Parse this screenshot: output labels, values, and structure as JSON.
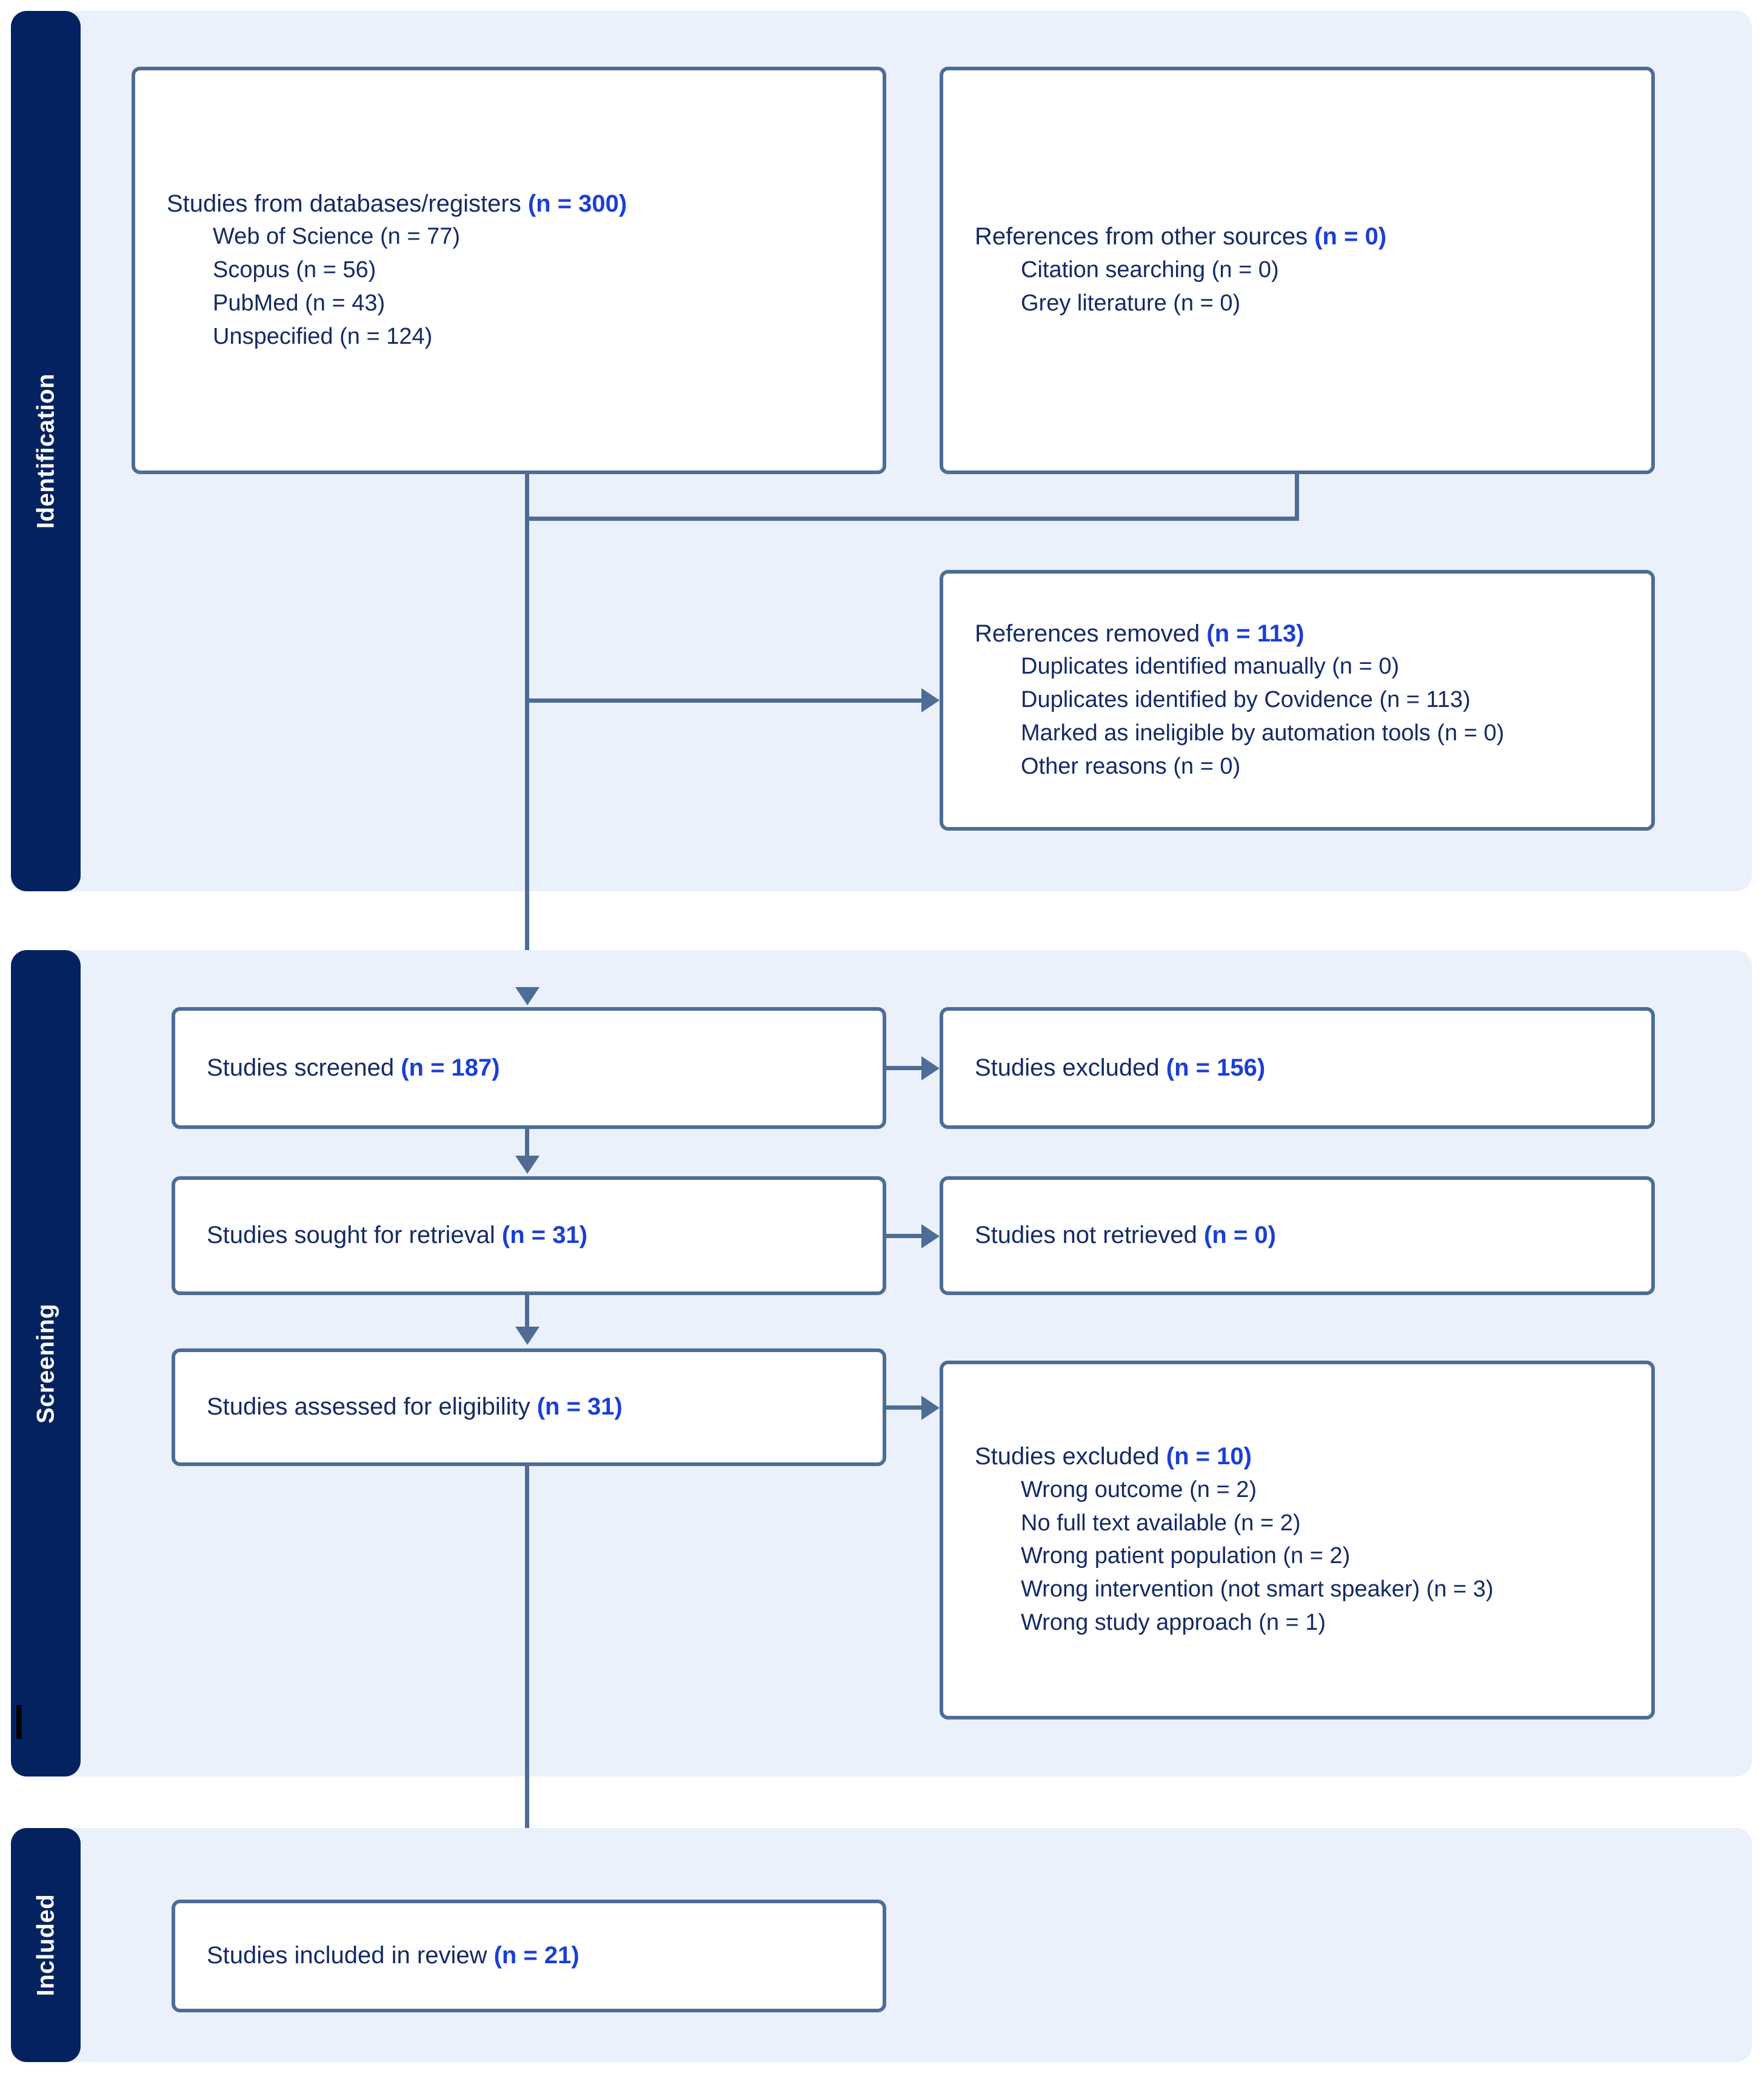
{
  "diagram": {
    "type": "PRISMA flow diagram",
    "colors": {
      "band_background": "#eaf1fb",
      "sidebar_background": "#042260",
      "box_border": "#4d6c96",
      "text": "#152a66",
      "count_accent": "#1a3fd6",
      "connector": "#4d6c96"
    }
  },
  "stages": [
    {
      "key": "identification",
      "label": "Identification"
    },
    {
      "key": "screening",
      "label": "Screening"
    },
    {
      "key": "included",
      "label": "Included"
    }
  ],
  "boxes": {
    "databases": {
      "title_text": "Studies from databases/registers ",
      "title_count": "(n = 300)",
      "items": [
        "Web of Science (n = 77)",
        "Scopus (n = 56)",
        "PubMed (n = 43)",
        "Unspecified (n = 124)"
      ]
    },
    "other_sources": {
      "title_text": "References from other sources ",
      "title_count": "(n = 0)",
      "items": [
        "Citation searching (n = 0)",
        "Grey literature (n = 0)"
      ]
    },
    "references_removed": {
      "title_text": "References removed ",
      "title_count": "(n = 113)",
      "items": [
        "Duplicates identified manually (n = 0)",
        "Duplicates identified by Covidence (n = 113)",
        "Marked as ineligible by automation tools (n = 0)",
        "Other reasons (n = 0)"
      ]
    },
    "screened": {
      "title_text": "Studies screened ",
      "title_count": "(n = 187)",
      "items": []
    },
    "screened_excluded": {
      "title_text": "Studies excluded ",
      "title_count": "(n = 156)",
      "items": []
    },
    "sought_retrieval": {
      "title_text": "Studies sought for retrieval ",
      "title_count": "(n = 31)",
      "items": []
    },
    "not_retrieved": {
      "title_text": "Studies not retrieved ",
      "title_count": "(n = 0)",
      "items": []
    },
    "assessed_eligibility": {
      "title_text": "Studies assessed for eligibility ",
      "title_count": "(n = 31)",
      "items": []
    },
    "eligibility_excluded": {
      "title_text": "Studies excluded ",
      "title_count": "(n = 10)",
      "items": [
        "Wrong outcome (n = 2)",
        "No full text available (n = 2)",
        "Wrong patient population (n = 2)",
        "Wrong intervention (not smart speaker) (n = 3)",
        "Wrong study approach (n = 1)"
      ]
    },
    "included_review": {
      "title_text": "Studies included in review ",
      "title_count": "(n = 21)",
      "items": []
    }
  },
  "chart_data": {
    "type": "table",
    "title": "PRISMA 2020 flow diagram",
    "flow": [
      {
        "stage": "Identification",
        "node": "Studies from databases/registers",
        "n": 300,
        "breakdown": {
          "Web of Science": 77,
          "Scopus": 56,
          "PubMed": 43,
          "Unspecified": 124
        }
      },
      {
        "stage": "Identification",
        "node": "References from other sources",
        "n": 0,
        "breakdown": {
          "Citation searching": 0,
          "Grey literature": 0
        }
      },
      {
        "stage": "Identification",
        "node": "References removed",
        "n": 113,
        "breakdown": {
          "Duplicates identified manually": 0,
          "Duplicates identified by Covidence": 113,
          "Marked as ineligible by automation tools": 0,
          "Other reasons": 0
        }
      },
      {
        "stage": "Screening",
        "node": "Studies screened",
        "n": 187
      },
      {
        "stage": "Screening",
        "node": "Studies excluded",
        "n": 156
      },
      {
        "stage": "Screening",
        "node": "Studies sought for retrieval",
        "n": 31
      },
      {
        "stage": "Screening",
        "node": "Studies not retrieved",
        "n": 0
      },
      {
        "stage": "Screening",
        "node": "Studies assessed for eligibility",
        "n": 31
      },
      {
        "stage": "Screening",
        "node": "Studies excluded",
        "n": 10,
        "breakdown": {
          "Wrong outcome": 2,
          "No full text available": 2,
          "Wrong patient population": 2,
          "Wrong intervention (not smart speaker)": 3,
          "Wrong study approach": 1
        }
      },
      {
        "stage": "Included",
        "node": "Studies included in review",
        "n": 21
      }
    ]
  }
}
